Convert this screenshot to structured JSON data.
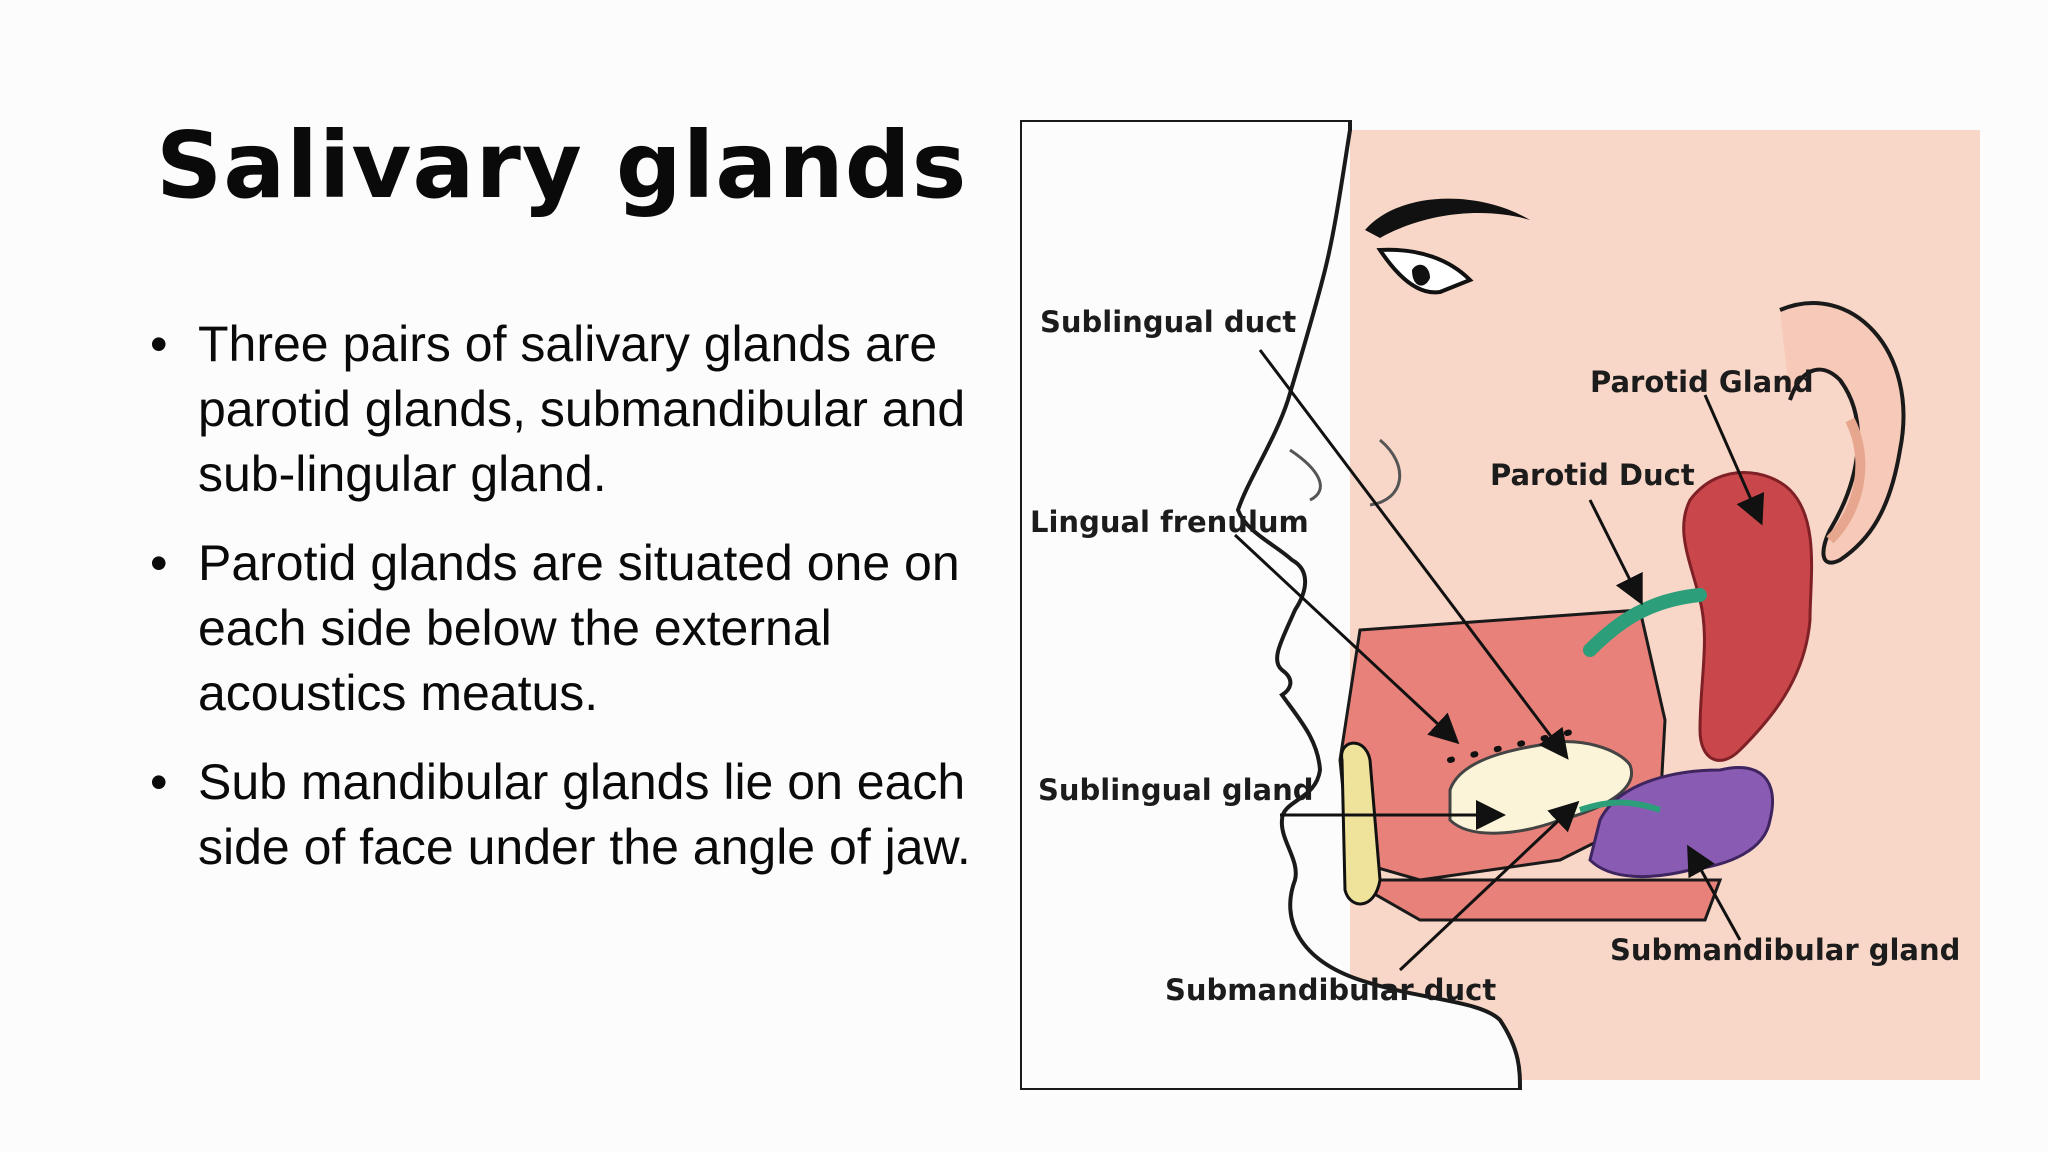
{
  "slide": {
    "title": "Salivary glands",
    "bullets": [
      "Three pairs of salivary glands are parotid glands, submandibular and sub-lingular gland.",
      "Parotid glands are situated one on each side below the external acoustics meatus.",
      " Sub mandibular glands lie on each side of face under the angle of jaw."
    ]
  },
  "figure": {
    "labels": {
      "sublingual_duct": "Sublingual duct",
      "parotid_gland": "Parotid Gland",
      "parotid_duct": "Parotid Duct",
      "lingual_frenulum": "Lingual frenulum",
      "sublingual_gland": "Sublingual gland",
      "submandibular_gland": "Submandibular gland",
      "submandibular_duct": "Submandibular duct"
    },
    "colors": {
      "skin": "#f9d7c8",
      "mouth": "#e8817a",
      "parotid": "#c9464a",
      "submandibular": "#8a5bb3",
      "sublingual": "#fbf4d8",
      "duct": "#2c9e7a",
      "bone": "#efe29a"
    }
  }
}
